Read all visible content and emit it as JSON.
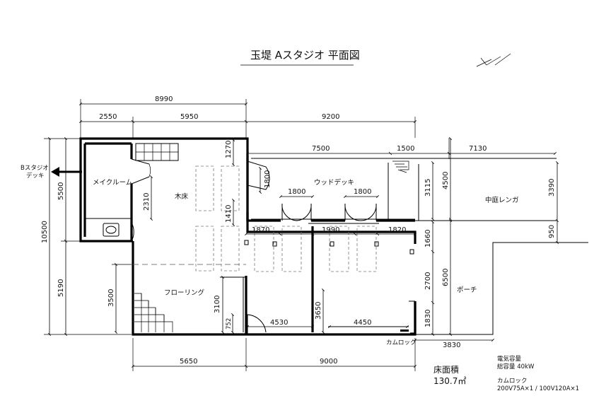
{
  "title": "玉堤 Aスタジオ 平面図",
  "rooms": {
    "makeup": "メイクルーム",
    "wood_floor": "木床",
    "flooring": "フローリング",
    "wood_deck": "ウッドデッキ",
    "courtyard": "中庭レンガ",
    "porch": "ポーチ",
    "b_studio": [
      "Bスタジオ",
      "デッキ"
    ],
    "cam_lock": "カムロック"
  },
  "dimensions": {
    "top": {
      "overall": "8990",
      "left": "2550",
      "middle": "5950",
      "right": "9200"
    },
    "top_right": {
      "a": "7500",
      "b": "1500",
      "c": "7130"
    },
    "left": {
      "overall": "10500",
      "upper": "5500",
      "lower": "5190",
      "stair": "3500"
    },
    "interior": {
      "d1270": "1270",
      "d1800_door": "1800",
      "d2310": "2310",
      "d1410": "1410",
      "deck_left": "1800",
      "deck_right": "1800",
      "d1870": "1870",
      "d1990": "1990",
      "d1820": "1820",
      "d3100": "3100",
      "d752": "752",
      "d3650": "3650",
      "d4530": "4530",
      "d4450": "4450"
    },
    "right": {
      "d3115": "3115",
      "d4500": "4500",
      "d3390": "3390",
      "d950": "950",
      "d1660": "1660",
      "d2700": "2700",
      "d6500": "6500",
      "d1830": "1830"
    },
    "bottom": {
      "left": "5650",
      "right": "9000",
      "porch": "3830"
    }
  },
  "info": {
    "floor_area_label": "床面積",
    "floor_area_value": "130.7㎡",
    "power_label": "電気容量",
    "power_value": "総容量 40kW",
    "cam_label": "カムロック",
    "cam_value": "200V75A×1 / 100V120A×1"
  }
}
